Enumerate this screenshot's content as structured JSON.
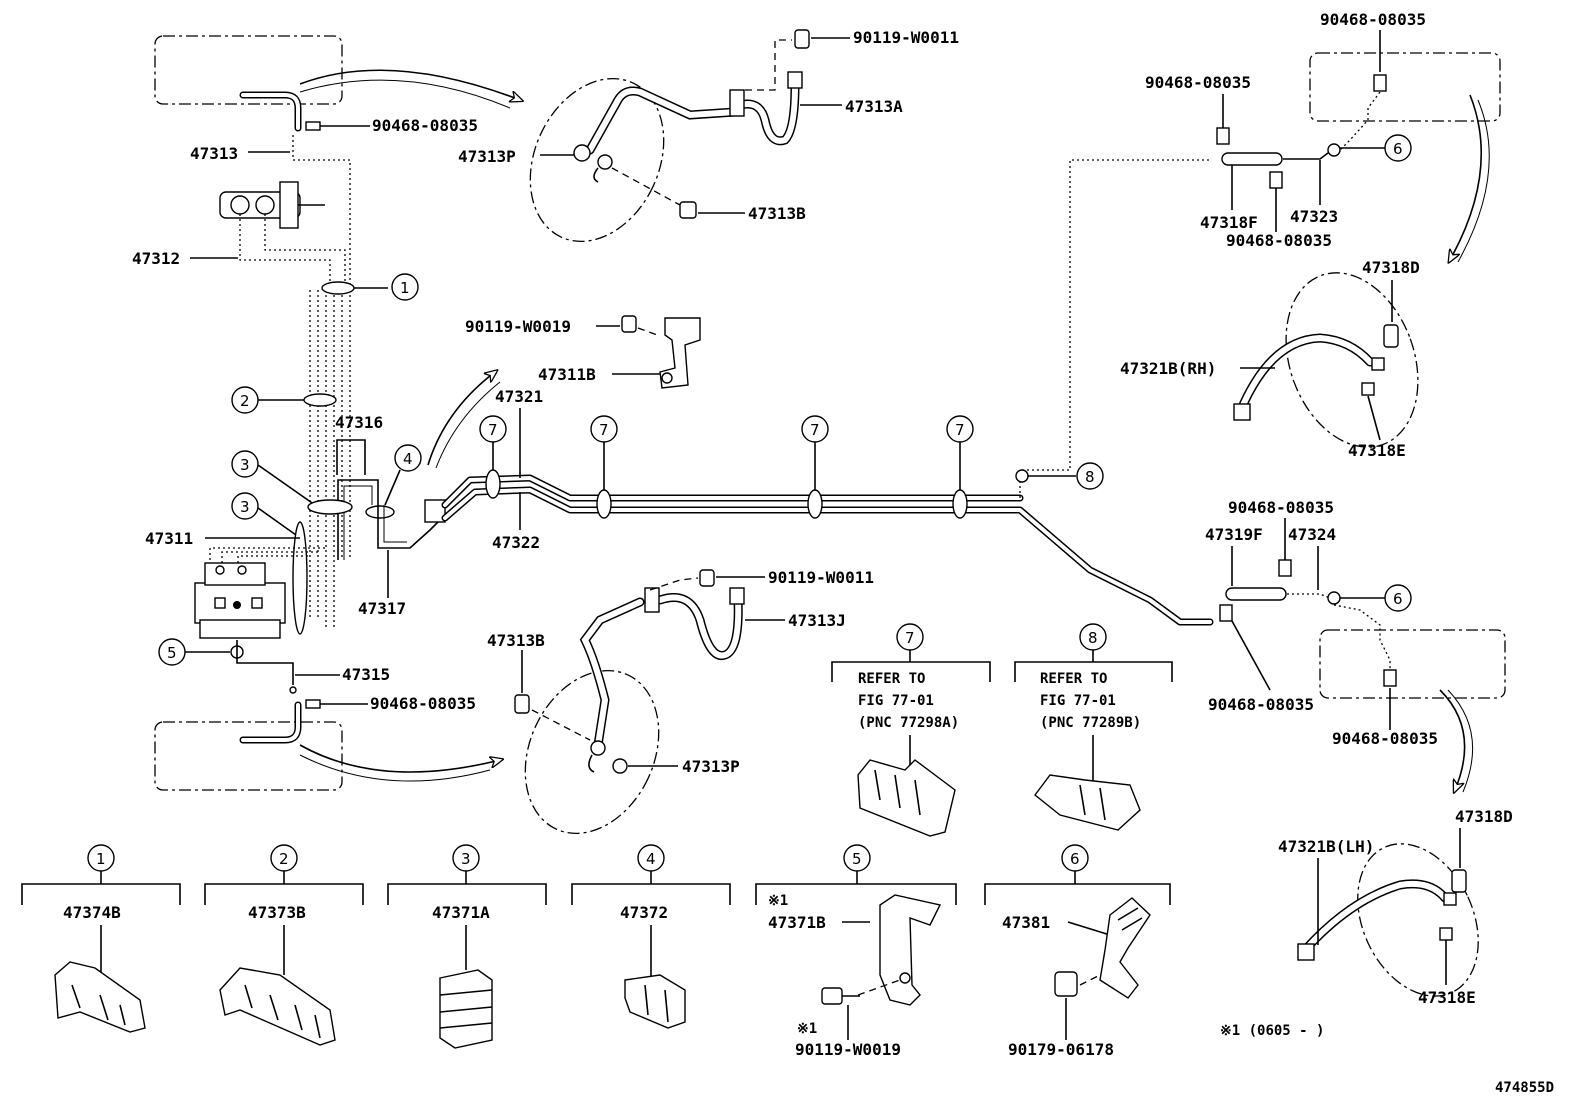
{
  "labels": {
    "p_90119_W0011_top": "90119-W0011",
    "p_47313A": "47313A",
    "p_47313P_top": "47313P",
    "p_47313B_top": "47313B",
    "p_90468_top_left": "90468-08035",
    "p_47313": "47313",
    "p_47312": "47312",
    "p_90119_W0019_mid": "90119-W0019",
    "p_47311B": "47311B",
    "p_47321": "47321",
    "p_47316": "47316",
    "p_47311": "47311",
    "p_47322": "47322",
    "p_47317": "47317",
    "p_47315": "47315",
    "p_90468_bottom_left": "90468-08035",
    "p_90119_W0011_bottom": "90119-W0011",
    "p_47313J": "47313J",
    "p_47313B_bottom": "47313B",
    "p_47313P_bottom": "47313P",
    "p_90468_rt_top": "90468-08035",
    "p_90468_rt_left": "90468-08035",
    "p_47318F": "47318F",
    "p_47323": "47323",
    "p_90468_rt_under": "90468-08035",
    "p_47318D_top": "47318D",
    "p_47321B_RH": "47321B(RH)",
    "p_47318E_top": "47318E",
    "p_90468_rb_top": "90468-08035",
    "p_47319F": "47319F",
    "p_47324": "47324",
    "p_90468_rb_left": "90468-08035",
    "p_90468_rb_right": "90468-08035",
    "p_47318D_bottom": "47318D",
    "p_47321B_LH": "47321B(LH)",
    "p_47318E_bottom": "47318E",
    "ref7_line1": "REFER TO",
    "ref7_line2": "FIG 77-01",
    "ref7_line3": "(PNC 77298A)",
    "ref8_line1": "REFER TO",
    "ref8_line2": "FIG 77-01",
    "ref8_line3": "(PNC 77289B)",
    "box1_part": "47374B",
    "box2_part": "47373B",
    "box3_part": "47371A",
    "box4_part": "47372",
    "box5_part": "47371B",
    "box5_bolt": "90119-W0019",
    "box5_mark_top": "※1",
    "box5_mark_bottom": "※1",
    "box6_part": "47381",
    "box6_nut": "90179-06178",
    "footnote": "※1 (0605 -       )",
    "figure_id": "474855D"
  },
  "callouts": {
    "c1": "1",
    "c2": "2",
    "c3a": "3",
    "c3b": "3",
    "c4": "4",
    "c5": "5",
    "c6a": "6",
    "c6b": "6",
    "c7a": "7",
    "c7b": "7",
    "c7c": "7",
    "c7d": "7",
    "c8": "8",
    "box1": "1",
    "box2": "2",
    "box3": "3",
    "box4": "4",
    "box5": "5",
    "box6": "6",
    "ref7": "7",
    "ref8": "8"
  }
}
